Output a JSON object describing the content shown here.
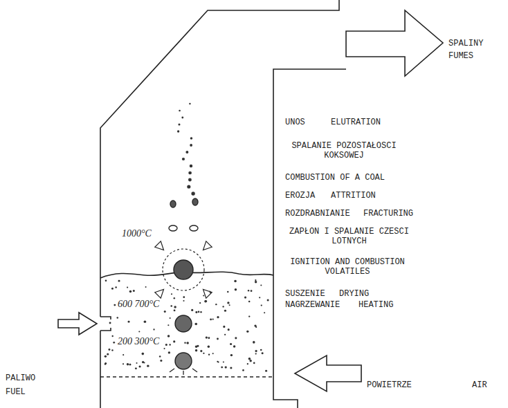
{
  "diagram": {
    "labels": [
      "SPALINY",
      "FUMES",
      "UNOS",
      "ELUTRATION",
      "SPALANIE POZOSTAŁOSCI KOKSOWEJ",
      "COMBUSTION OF A COAL",
      "EROZJA",
      "ATTRITION",
      "ROZDRABNIANIE",
      "FRACTURING",
      "ZAPŁON I SPALANIE CZESCI LOTNYCH",
      "IGNITION AND COMBUSTION VOLATILES",
      "SUSZENIE",
      "DRYING",
      "NAGRZEWANIE",
      "HEATING",
      "1000°C",
      "600 700°C",
      "200 300°C",
      "PALIWO",
      "FUEL",
      "POWIETRZE",
      "AIR"
    ]
  }
}
